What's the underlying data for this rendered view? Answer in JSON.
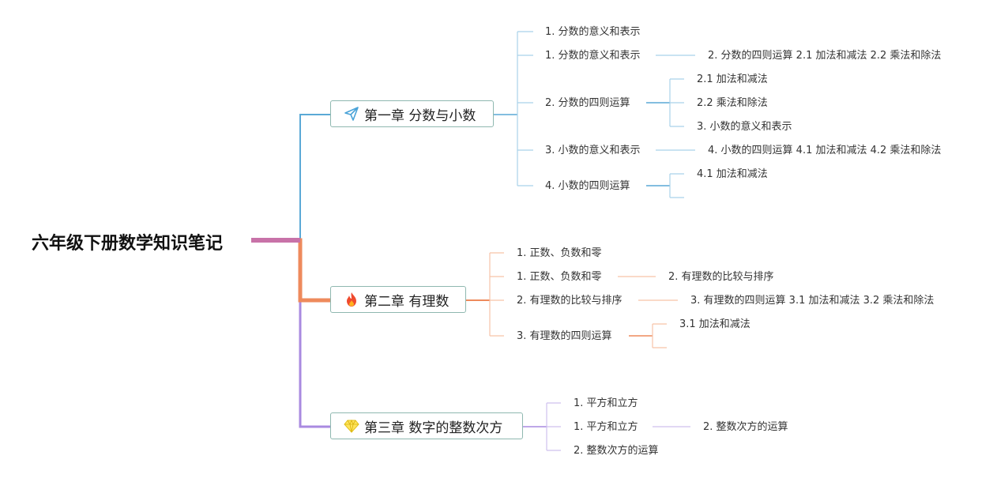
{
  "root": {
    "title": "六年级下册数学知识笔记"
  },
  "colors": {
    "ch1": "#5aa9d6",
    "ch2": "#ee8a5c",
    "ch3": "#a98ae0",
    "root_branch": "#c872a8"
  },
  "chapters": [
    {
      "title": "第一章 分数与小数",
      "icon": "paper-plane-icon",
      "children": [
        {
          "label": "1. 分数的意义和表示"
        },
        {
          "label": "1. 分数的意义和表示",
          "children": [
            "2. 分数的四则运算 2.1 加法和减法 2.2 乘法和除法"
          ]
        },
        {
          "label": "2. 分数的四则运算",
          "children": [
            "2.1 加法和减法",
            "2.2 乘法和除法",
            "3. 小数的意义和表示"
          ]
        },
        {
          "label": "3. 小数的意义和表示",
          "children": [
            "4. 小数的四则运算 4.1 加法和减法 4.2 乘法和除法"
          ]
        },
        {
          "label": "4. 小数的四则运算",
          "children": [
            "4.1 加法和减法",
            ""
          ]
        }
      ]
    },
    {
      "title": "第二章 有理数",
      "icon": "fire-icon",
      "children": [
        {
          "label": "1. 正数、负数和零"
        },
        {
          "label": "1. 正数、负数和零",
          "children": [
            "2. 有理数的比较与排序"
          ]
        },
        {
          "label": "2. 有理数的比较与排序",
          "children": [
            "3. 有理数的四则运算 3.1 加法和减法 3.2 乘法和除法"
          ]
        },
        {
          "label": "3. 有理数的四则运算",
          "children": [
            "3.1 加法和减法",
            ""
          ]
        }
      ]
    },
    {
      "title": "第三章 数字的整数次方",
      "icon": "diamond-icon",
      "children": [
        {
          "label": "1. 平方和立方"
        },
        {
          "label": "1. 平方和立方",
          "children": [
            "2. 整数次方的运算"
          ]
        },
        {
          "label": "2. 整数次方的运算"
        }
      ]
    }
  ]
}
